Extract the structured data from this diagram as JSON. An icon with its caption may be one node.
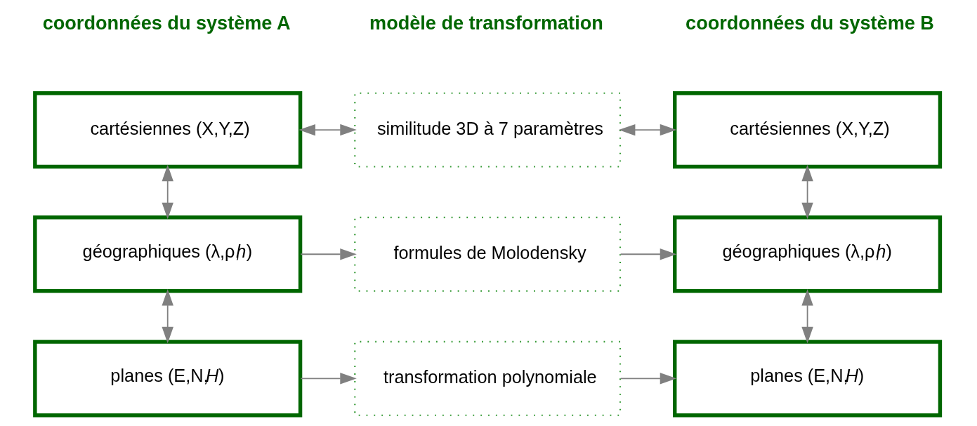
{
  "diagram": {
    "nodes": [
      {
        "text": [
          "cartésiennes (X,Y,Z)"
        ]
      },
      {
        "text": [
          "similitude 3D à 7 paramètres"
        ]
      },
      {
        "text": [
          "cartésiennes (X,Y,Z)"
        ]
      },
      {
        "text": [
          "géographiques (λ,ρ,*h*)"
        ]
      },
      {
        "text": [
          "formules de Molodensky"
        ]
      },
      {
        "text": [
          "géographiques (λ,ρ,*h*)"
        ]
      },
      {
        "text": [
          "planes (E,N,*H*)"
        ]
      },
      {
        "text": [
          "transformation polynomiale"
        ]
      },
      {
        "text": [
          "planes (E,N,*H*)"
        ]
      }
    ],
    "edges": [
      {
        "from": 0,
        "to": 1,
        "arrow": "both"
      },
      {
        "from": 1,
        "to": 2,
        "arrow": "both"
      },
      {
        "from": 0,
        "to": 3,
        "arrow": "both"
      },
      {
        "from": 2,
        "to": 5,
        "arrow": "both"
      },
      {
        "from": 3,
        "to": 4,
        "arrow": "to"
      },
      {
        "from": 4,
        "to": 5,
        "arrow": "to"
      },
      {
        "from": 3,
        "to": 6,
        "arrow": "both"
      },
      {
        "from": 5,
        "to": 8,
        "arrow": "both"
      },
      {
        "from": 6,
        "to": 7,
        "arrow": "to"
      },
      {
        "from": 7,
        "to": 8,
        "arrow": "to"
      }
    ],
    "labels": [
      "coordonnées du système A",
      "modèle de transformation",
      "coordonnées du système B"
    ]
  }
}
